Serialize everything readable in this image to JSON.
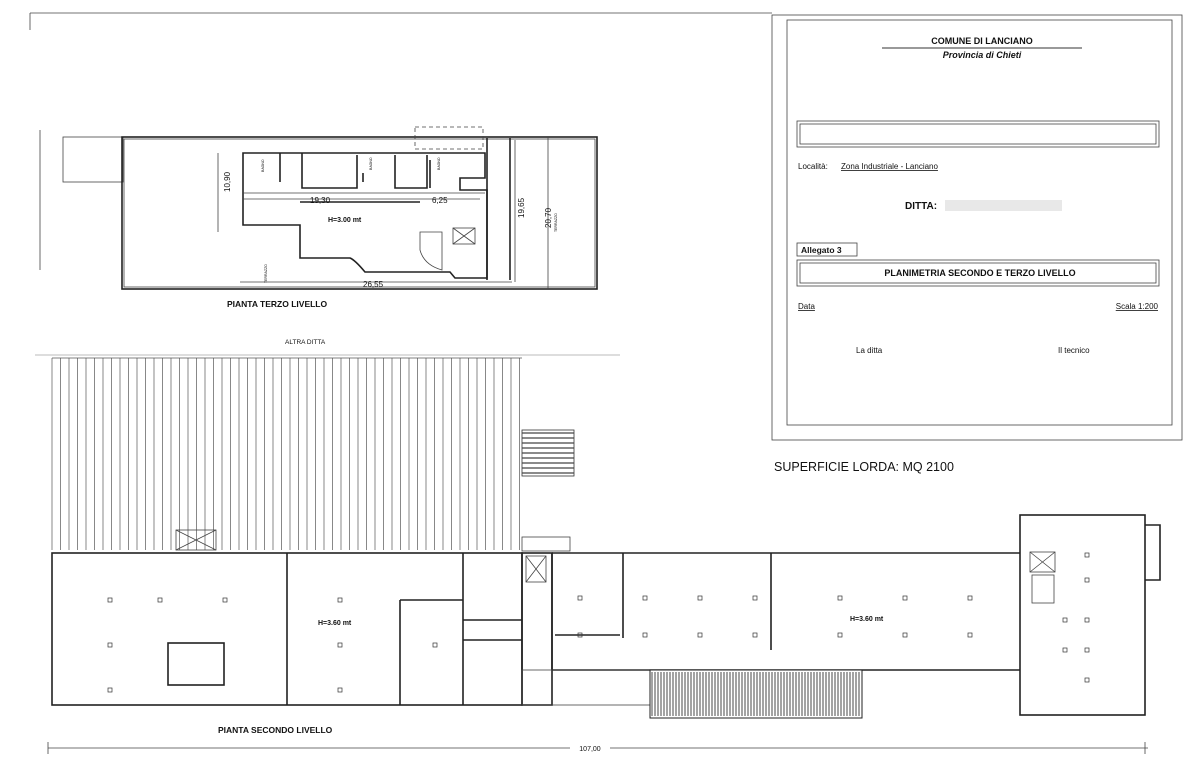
{
  "title_block": {
    "municipality": "COMUNE DI LANCIANO",
    "province": "Provincia di Chieti",
    "locality_label": "Località:",
    "locality_value": "Zona Industriale - Lanciano",
    "company_label": "DITTA:",
    "annex": "Allegato 3",
    "drawing_title": "PLANIMETRIA SECONDO E TERZO LIVELLO",
    "date_label": "Data",
    "scale": "Scala  1:200",
    "signature_company": "La ditta",
    "signature_technician": "Il tecnico"
  },
  "surface": "SUPERFICIE LORDA: MQ 2100",
  "third_level": {
    "title": "PIANTA TERZO LIVELLO",
    "height": "H=3.00 mt",
    "dims": [
      "10,90",
      "19,30",
      "6,25",
      "19,65",
      "20,70",
      "26,55"
    ],
    "rooms": [
      "BAGNO",
      "BAGNO",
      "BAGNO",
      "TERRAZZO",
      "TERRAZZO"
    ]
  },
  "second_level": {
    "title": "PIANTA SECONDO LIVELLO",
    "neighbor": "ALTRA DITTA",
    "heights": [
      "H=3.60 mt",
      "H=3.60 mt"
    ],
    "total_length": "107,00"
  }
}
